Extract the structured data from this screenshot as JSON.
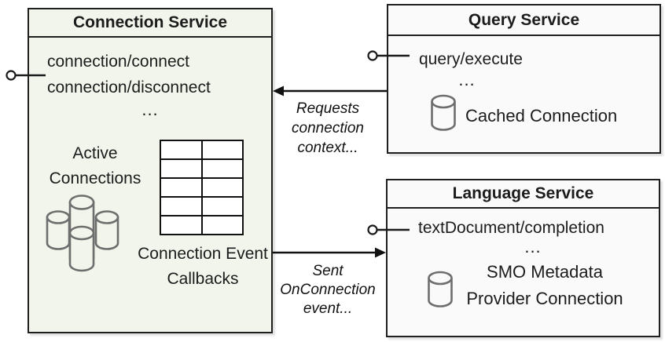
{
  "diagram": {
    "connection_service": {
      "title": "Connection Service",
      "method_1": "connection/connect",
      "method_2": "connection/disconnect",
      "ellipsis": "...",
      "active_connections_label": "Active Connections",
      "callbacks_label": "Connection Event Callbacks"
    },
    "query_service": {
      "title": "Query Service",
      "method_1": "query/execute",
      "ellipsis": "...",
      "cached_connection_label": "Cached Connection"
    },
    "language_service": {
      "title": "Language Service",
      "method_1": "textDocument/completion",
      "ellipsis": "...",
      "smo_label": "SMO Metadata Provider Connection"
    },
    "edges": {
      "requests_label": "Requests connection context...",
      "sent_label": "Sent OnConnection event..."
    },
    "icons": {
      "active_connections": "database-cluster-icon",
      "cached_connection": "database-icon",
      "smo_provider": "database-icon",
      "callbacks_table": "table-grid-icon",
      "endpoints": "lollipop-connector-icon"
    },
    "colors": {
      "connection_box_fill": "#f2f5ec",
      "service_box_fill": "#fafafa",
      "border": "#1f1f1f",
      "cylinder_stroke": "#6e6e6e",
      "text": "#1c1c1c"
    }
  }
}
